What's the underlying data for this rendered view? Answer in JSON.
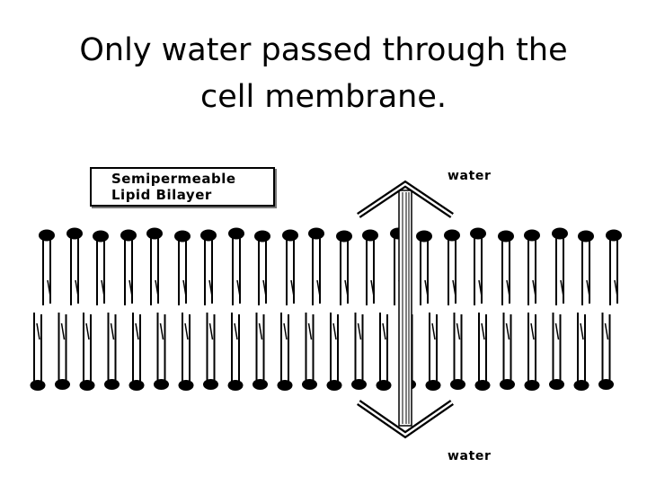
{
  "title": "Only water passed through the cell membrane.",
  "label_box": {
    "line1": "Semipermeable",
    "line2": "Lipid Bilayer"
  },
  "water_labels": {
    "top": "water",
    "bottom": "water"
  },
  "diagram": {
    "upper_lipid_count": 22,
    "lower_lipid_count": 24,
    "colors": {
      "ink": "#000000",
      "background": "#ffffff"
    }
  }
}
